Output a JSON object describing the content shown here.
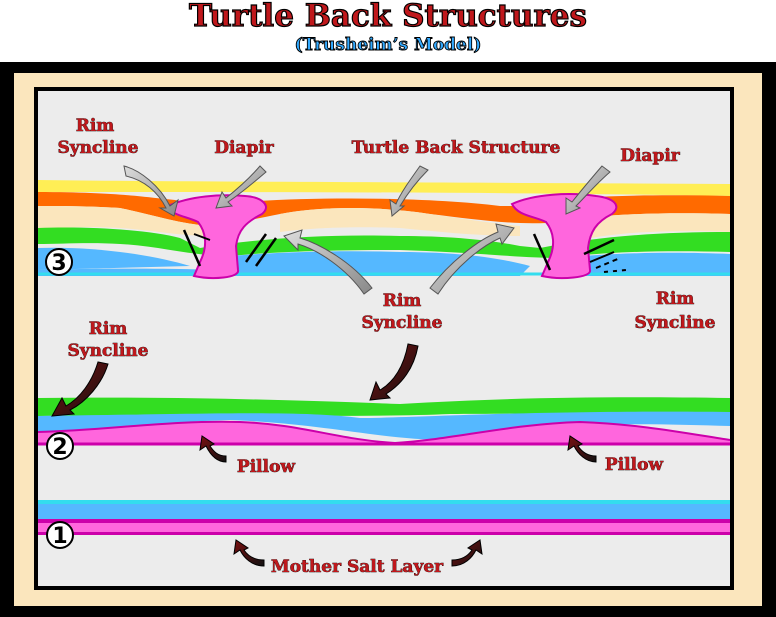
{
  "title": "Turtle Back Structures",
  "subtitle": "(Trusheim’s Model)",
  "stages": [
    "1",
    "2",
    "3"
  ],
  "labels": {
    "rim_syncline_top_left": [
      "Rim",
      "Syncline"
    ],
    "diapir_left": "Diapir",
    "turtle_back_structure": "Turtle Back Structure",
    "diapir_right": "Diapir",
    "rim_syncline_center": [
      "Rim",
      "Syncline"
    ],
    "rim_syncline_right": [
      "Rim",
      "Syncline"
    ],
    "rim_syncline_mid_left": [
      "Rim",
      "Syncline"
    ],
    "pillow_left": "Pillow",
    "pillow_right": "Pillow",
    "mother_salt_layer": "Mother Salt Layer"
  },
  "colors": {
    "frame_outer": "#000000",
    "frame_mat": "#fbe6bd",
    "panel": "#ececec",
    "salt": "#ff66dd",
    "blue_layer": "#55b8ff",
    "cyan_line": "#33ddee",
    "green_layer": "#33dd22",
    "orange_layer": "#ff6a00",
    "yellow_layer": "#ffee55",
    "title": "#c0181c",
    "subtitle": "#33aaff"
  }
}
